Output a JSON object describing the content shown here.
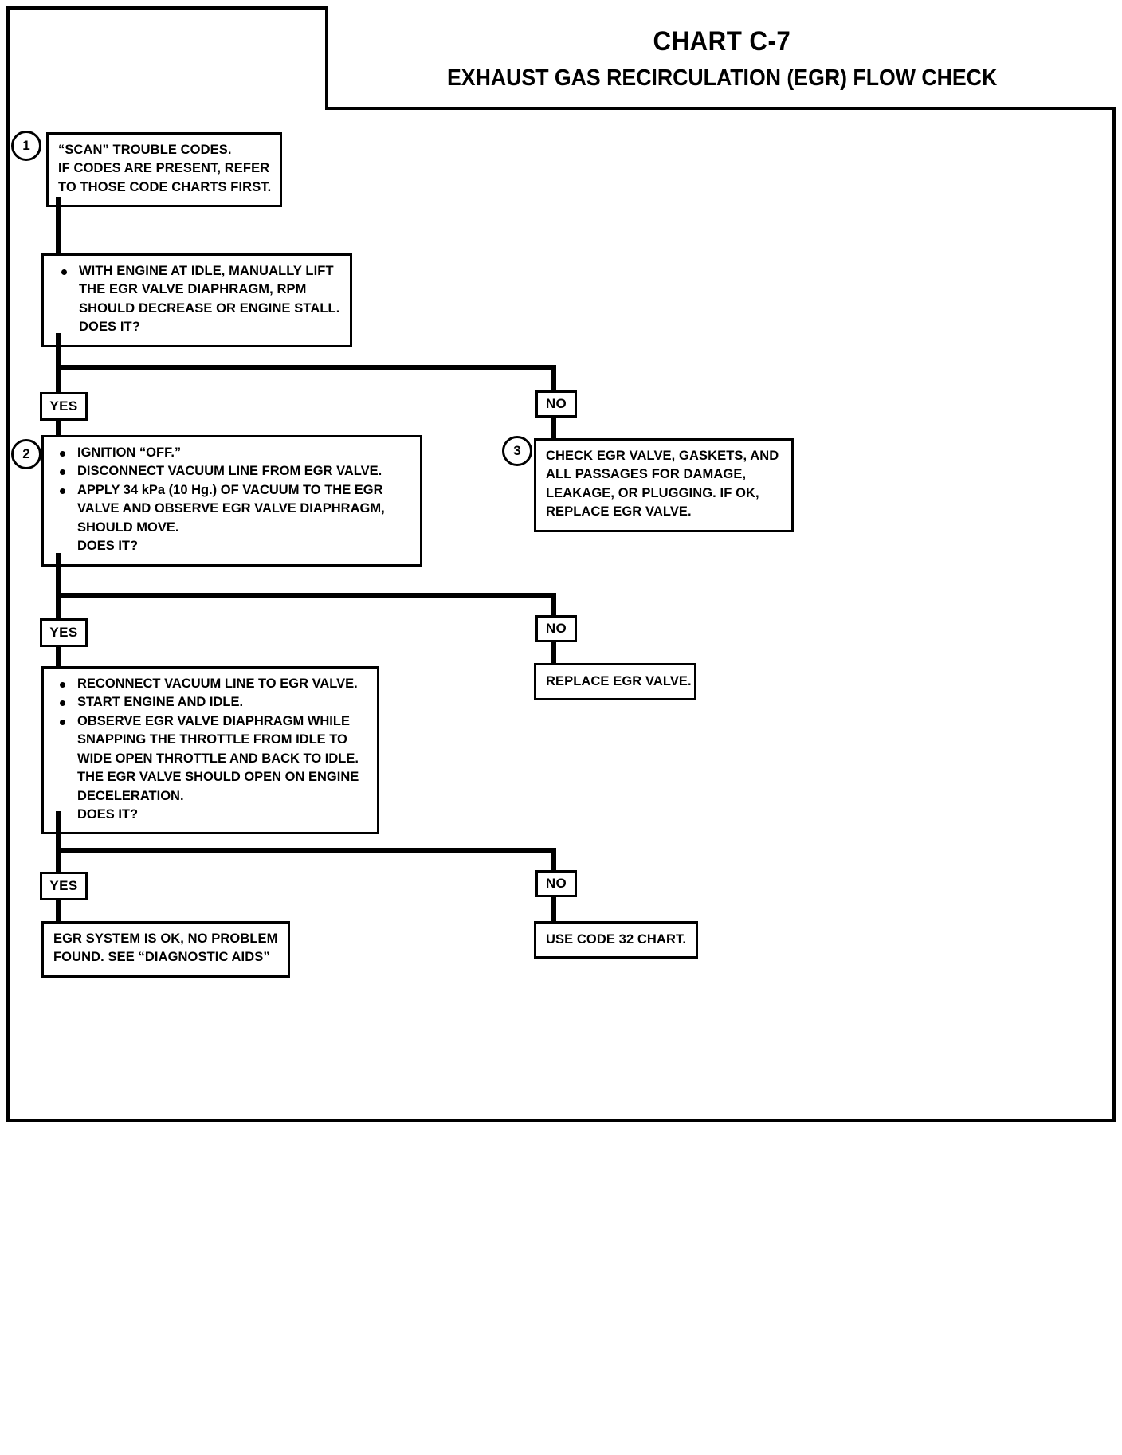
{
  "chart": {
    "number": "CHART C-7",
    "title": "EXHAUST GAS RECIRCULATION (EGR) FLOW CHECK"
  },
  "labels": {
    "yes": "YES",
    "no": "NO"
  },
  "steps": {
    "one": "1",
    "two": "2",
    "three": "3"
  },
  "box1": {
    "l1": "“SCAN” TROUBLE CODES.",
    "l2": "IF CODES ARE PRESENT, REFER",
    "l3": "TO THOSE CODE CHARTS FIRST."
  },
  "box2": {
    "l1": "WITH ENGINE AT IDLE, MANUALLY LIFT",
    "l2": "THE EGR VALVE DIAPHRAGM, RPM",
    "l3": "SHOULD DECREASE OR ENGINE STALL.",
    "l4": "DOES IT?"
  },
  "box3": {
    "l1": "IGNITION “OFF.”",
    "l2": "DISCONNECT VACUUM LINE FROM EGR VALVE.",
    "l3": "APPLY 34 kPa (10 Hg.) OF VACUUM TO THE EGR",
    "l4": "VALVE AND OBSERVE EGR VALVE DIAPHRAGM,",
    "l5": "SHOULD MOVE.",
    "l6": "DOES IT?"
  },
  "box4": {
    "l1": "CHECK EGR VALVE, GASKETS, AND",
    "l2": "ALL PASSAGES FOR DAMAGE,",
    "l3": "LEAKAGE, OR PLUGGING.  IF OK,",
    "l4": "REPLACE EGR VALVE."
  },
  "box5": {
    "l1": "REPLACE EGR VALVE."
  },
  "box6": {
    "l1": "RECONNECT VACUUM LINE TO EGR VALVE.",
    "l2": "START ENGINE AND IDLE.",
    "l3": "OBSERVE EGR VALVE DIAPHRAGM WHILE",
    "l4": "SNAPPING THE THROTTLE FROM IDLE TO",
    "l5": "WIDE OPEN THROTTLE AND BACK TO IDLE.",
    "l6": "THE EGR VALVE SHOULD OPEN ON ENGINE",
    "l7": "DECELERATION.",
    "l8": "DOES IT?"
  },
  "box7": {
    "l1": "EGR SYSTEM IS OK, NO PROBLEM",
    "l2": "FOUND.  SEE “DIAGNOSTIC AIDS”"
  },
  "box8": {
    "l1": "USE CODE 32 CHART."
  },
  "colors": {
    "ink": "#000000",
    "paper": "#ffffff"
  }
}
